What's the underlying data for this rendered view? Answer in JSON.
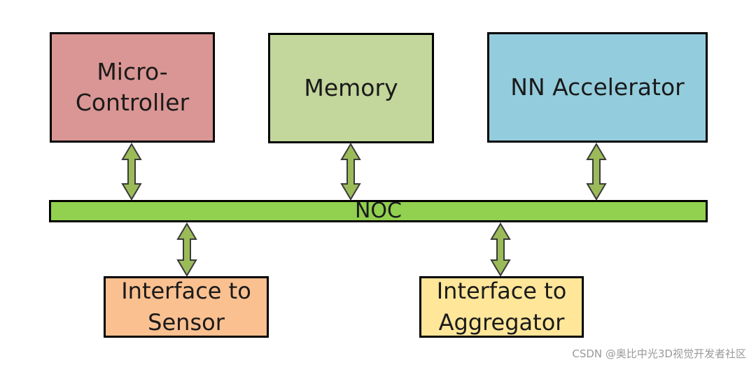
{
  "blocks": {
    "micro_controller": {
      "label": "Micro-\nController",
      "fill": "#D99694"
    },
    "memory": {
      "label": "Memory",
      "fill": "#C3D69B"
    },
    "nn_accelerator": {
      "label": "NN Accelerator",
      "fill": "#93CDDD"
    },
    "sensor_interface": {
      "label": "Interface to\nSensor",
      "fill": "#FAC090"
    },
    "aggregator_interface": {
      "label": "Interface to\nAggregator",
      "fill": "#FFE699"
    }
  },
  "bus": {
    "label": "NOC",
    "fill": "#92D050"
  },
  "arrow_fill": "#9BBB59",
  "watermark": "CSDN @奥比中光3D视觉开发者社区"
}
